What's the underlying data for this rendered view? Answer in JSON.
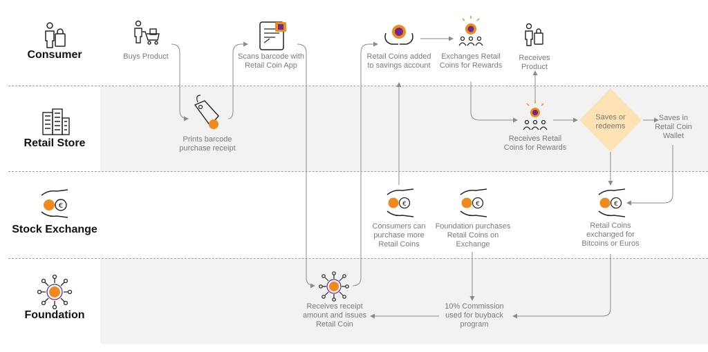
{
  "lanes": [
    {
      "label": "Consumer",
      "icon": "person-with-bag-icon"
    },
    {
      "label": "Retail Store",
      "icon": "buildings-icon"
    },
    {
      "label": "Stock Exchange",
      "icon": "coin-exchange-hand-icon"
    },
    {
      "label": "Foundation",
      "icon": "network-hub-icon"
    }
  ],
  "nodes": {
    "buys_product": "Buys Product",
    "prints_receipt": "Prints barcode purchase receipt",
    "scans_barcode": "Scans barcode with Retail Coin App",
    "coins_added": "Retail Coins added to savings account",
    "exchanges_coins": "Exchanges Retail Coins for Rewards",
    "receives_product": "Receives Product",
    "receives_coins": "Receives Retail Coins for Rewards",
    "saves_or_redeems": "Saves or redeems",
    "saves_wallet": "Saves in Retail Coin Wallet",
    "consumers_purchase": "Consumers can purchase more Retail Coins",
    "foundation_purchases": "Foundation purchases Retail Coins on Exchange",
    "coins_exchanged": "Retail Coins exchanged for Bitcoins or Euros",
    "receives_receipt": "Receives receipt amount and issues Retail Coin",
    "commission": "10% Commission used for buyback program"
  },
  "colors": {
    "accent_orange": "#f08a1d",
    "accent_purple": "#6b2a8c",
    "diamond": "#fde2b3",
    "lane_bg": "#f2f2f2",
    "connector": "#8a8a8a"
  }
}
